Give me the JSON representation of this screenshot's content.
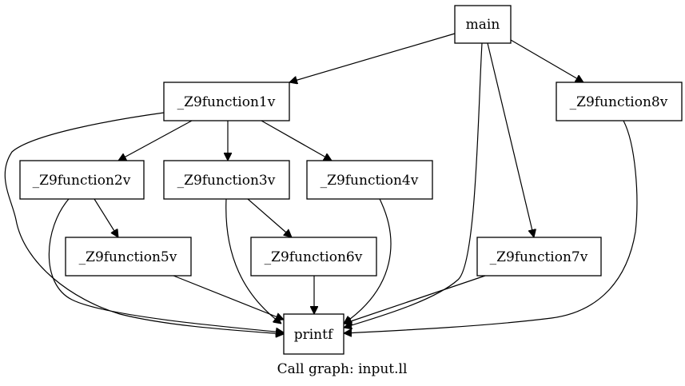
{
  "graph": {
    "caption": "Call graph: input.ll",
    "nodes": {
      "main": "main",
      "f1": "_Z9function1v",
      "f2": "_Z9function2v",
      "f3": "_Z9function3v",
      "f4": "_Z9function4v",
      "f5": "_Z9function5v",
      "f6": "_Z9function6v",
      "f7": "_Z9function7v",
      "f8": "_Z9function8v",
      "printf": "printf"
    },
    "edges": [
      [
        "main",
        "f1"
      ],
      [
        "main",
        "f8"
      ],
      [
        "main",
        "printf"
      ],
      [
        "main",
        "f7"
      ],
      [
        "f1",
        "f2"
      ],
      [
        "f1",
        "f3"
      ],
      [
        "f1",
        "f4"
      ],
      [
        "f1",
        "printf"
      ],
      [
        "f2",
        "f5"
      ],
      [
        "f2",
        "printf"
      ],
      [
        "f3",
        "f6"
      ],
      [
        "f3",
        "printf"
      ],
      [
        "f4",
        "printf"
      ],
      [
        "f5",
        "printf"
      ],
      [
        "f6",
        "printf"
      ],
      [
        "f7",
        "printf"
      ],
      [
        "f8",
        "printf"
      ]
    ]
  }
}
